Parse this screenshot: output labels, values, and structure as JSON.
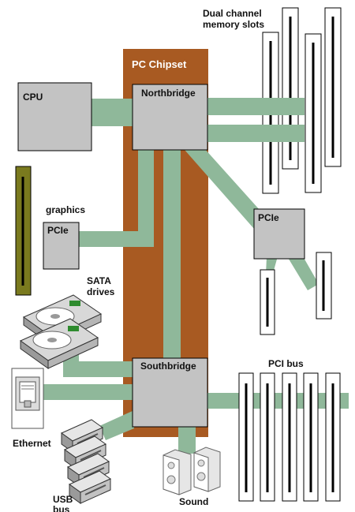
{
  "diagram": {
    "chipset_label": "PC Chipset",
    "memory_label_line1": "Dual channel",
    "memory_label_line2": "memory slots",
    "cpu_label": "CPU",
    "northbridge_label": "Northbridge",
    "graphics_label": "graphics",
    "pcie_graphics_label": "PCIe",
    "pcie_right_label": "PCIe",
    "sata_label_line1": "SATA",
    "sata_label_line2": "drives",
    "southbridge_label": "Southbridge",
    "pci_bus_label": "PCI bus",
    "ethernet_label": "Ethernet",
    "usb_label_line1": "USB",
    "usb_label_line2": "bus",
    "sound_label": "Sound"
  },
  "colors": {
    "chipset": "#a85a22",
    "link": "#8fb89a",
    "chip": "#c3c3c3",
    "slot_outline": "#000000",
    "graphics_card": "#7a7a1e"
  }
}
